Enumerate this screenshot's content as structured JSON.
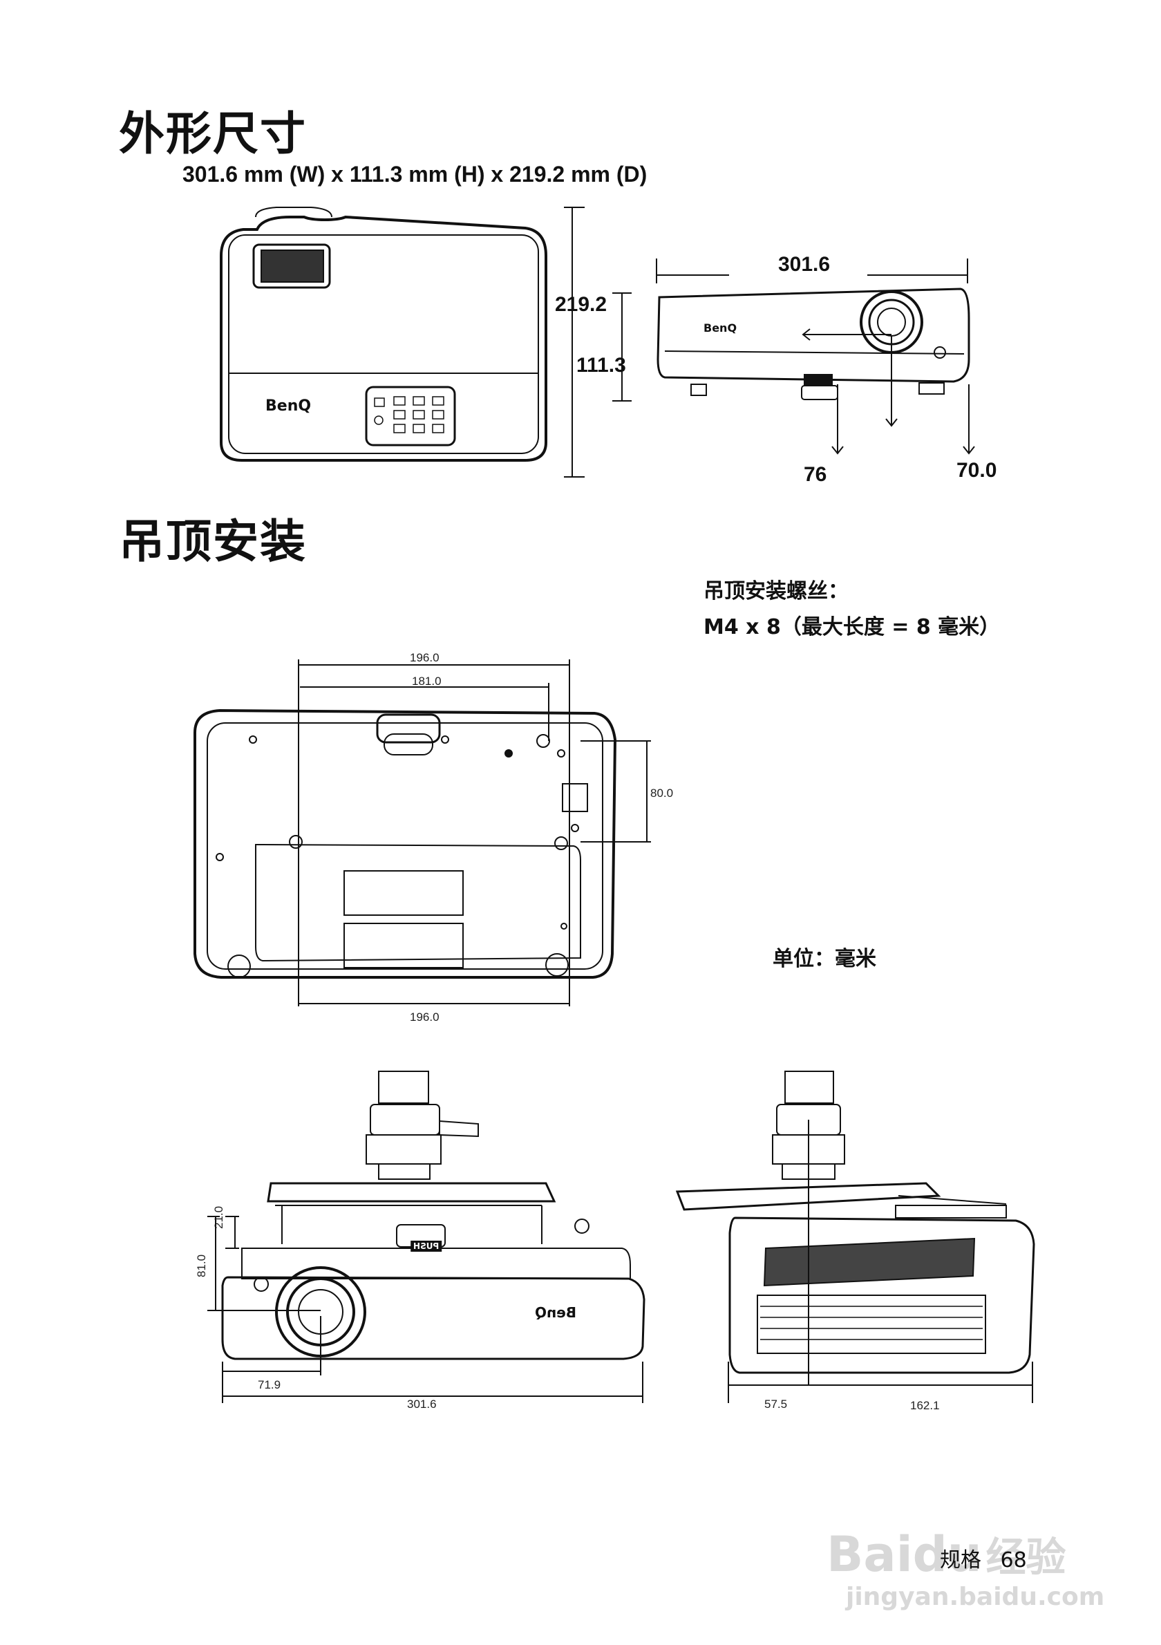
{
  "section1": {
    "title": "外形尺寸",
    "dimensions": "301.6 mm (W) x 111.3 mm (H) x 219.2 mm (D)",
    "top_view_depth": "219.2",
    "top_view_height": "111.3",
    "front_width": "301.6",
    "front_offset_a": "76",
    "front_offset_b": "70.0",
    "brand_top": "BenQ",
    "brand_front": "BenQ"
  },
  "section2": {
    "title": "吊顶安装",
    "screw_title": "吊顶安装螺丝：",
    "screw_spec": "M4 x 8（最大长度 = 8 毫米）",
    "unit_note": "单位：毫米",
    "bottom_top_outer": "196.0",
    "bottom_top_inner": "181.0",
    "bottom_right": "80.0",
    "bottom_bottom": "196.0",
    "side_a": "21.0",
    "side_b": "81.0",
    "side_c": "71.9",
    "side_d": "301.6",
    "right_a": "57.5",
    "right_b": "162.1",
    "push_label": "PUSH",
    "brand_mount": "BenQ"
  },
  "footer": {
    "section": "规格",
    "page": "68"
  },
  "watermark": {
    "brand": "Bai",
    "brand_paw": "du",
    "cn": "经验",
    "url": "jingyan.baidu.com"
  }
}
